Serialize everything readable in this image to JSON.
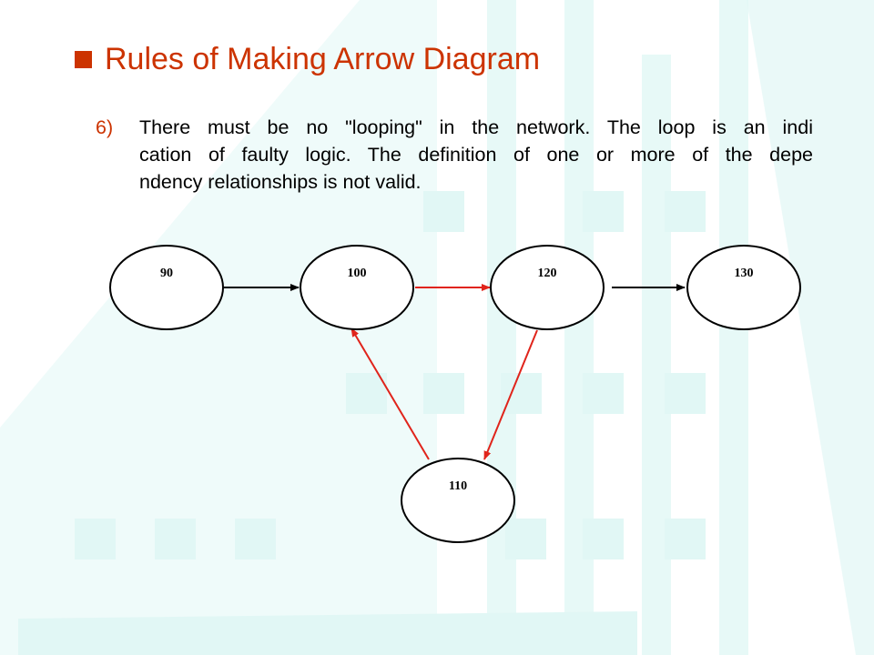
{
  "title": "Rules of Making Arrow Diagram",
  "item": {
    "number": "6)",
    "lines": [
      "There must be no \"looping\" in the network. The loop is an  indi",
      "cation of faulty logic. The definition of one or more of  the depe",
      "ndency relationships is not valid."
    ]
  },
  "diagram": {
    "nodes": [
      {
        "id": "90",
        "label": "90"
      },
      {
        "id": "100",
        "label": "100"
      },
      {
        "id": "120",
        "label": "120"
      },
      {
        "id": "130",
        "label": "130"
      },
      {
        "id": "110",
        "label": "110"
      }
    ],
    "edges": [
      {
        "from": "90",
        "to": "100",
        "color": "#000000"
      },
      {
        "from": "100",
        "to": "120",
        "color": "#e0241b"
      },
      {
        "from": "120",
        "to": "130",
        "color": "#000000"
      },
      {
        "from": "120",
        "to": "110",
        "color": "#e0241b"
      },
      {
        "from": "110",
        "to": "100",
        "color": "#e0241b"
      }
    ]
  },
  "colors": {
    "accent": "#cc3300",
    "loop_arrow": "#e0241b",
    "background_tint": "#e1f7f5"
  }
}
